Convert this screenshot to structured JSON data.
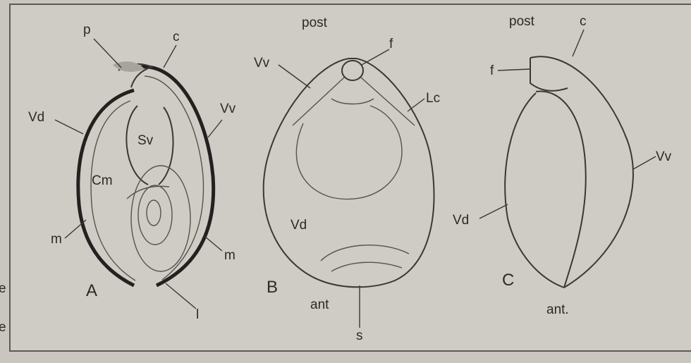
{
  "figure": {
    "panel_a": {
      "panel_label": "A",
      "labels": {
        "p": "p",
        "c": "c",
        "vd": "Vd",
        "vv": "Vv",
        "sv": "Sv",
        "cm": "Cm",
        "m_left": "m",
        "m_right": "m",
        "l": "l"
      }
    },
    "panel_b": {
      "panel_label": "B",
      "labels": {
        "post": "post",
        "f": "f",
        "vv": "Vv",
        "lc": "Lc",
        "vd": "Vd",
        "ant": "ant",
        "s": "s"
      }
    },
    "panel_c": {
      "panel_label": "C",
      "labels": {
        "post": "post",
        "c": "c",
        "f": "f",
        "vv": "Vv",
        "vd": "Vd",
        "ant": "ant."
      }
    },
    "margin_marks": [
      "e",
      "e"
    ]
  }
}
